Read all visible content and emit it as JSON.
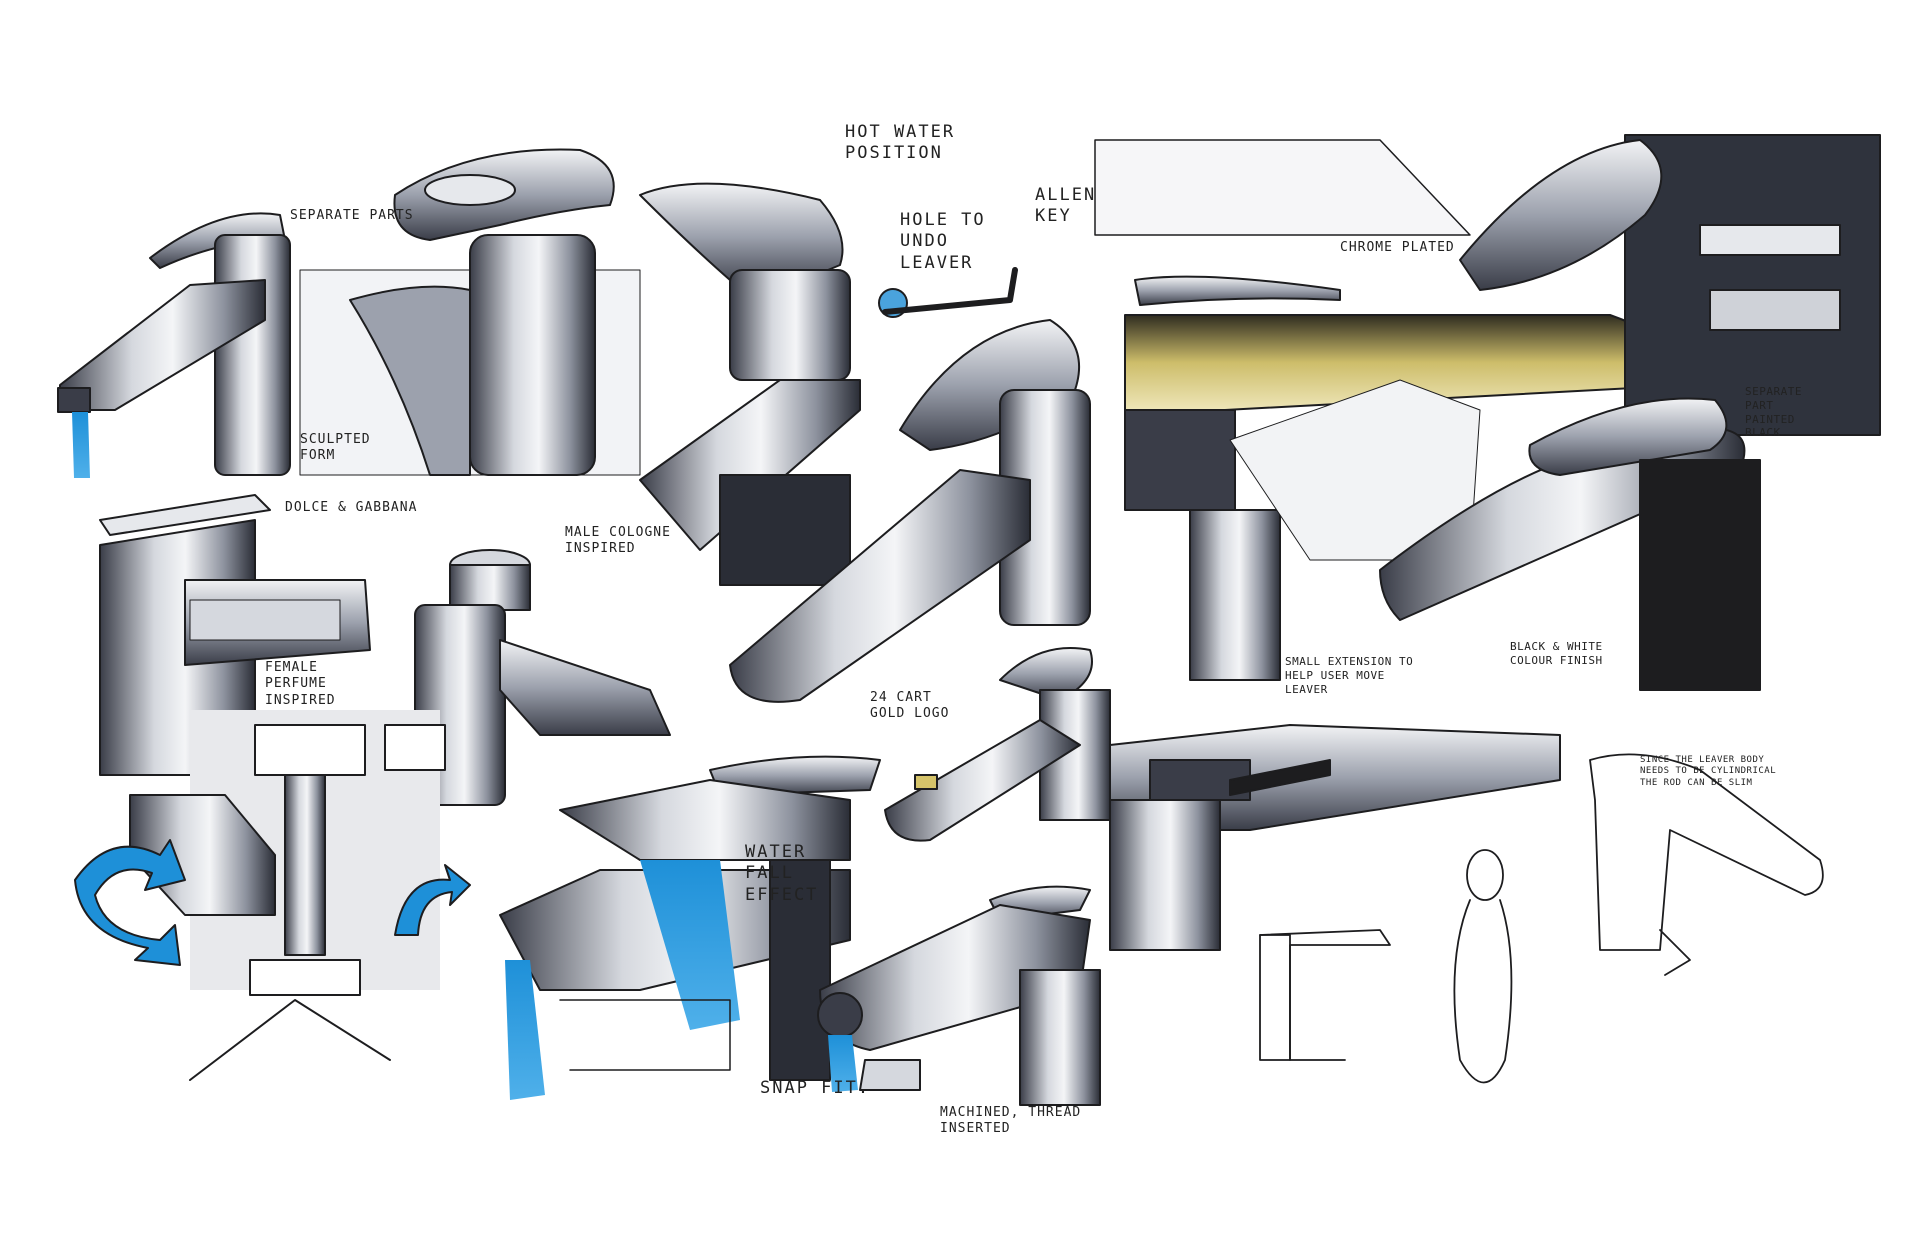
{
  "palette": {
    "ink": "#1d1d1f",
    "chrome_dark": "#3a3d48",
    "chrome_mid": "#8d929e",
    "chrome_light": "#d5d8de",
    "water_blue": "#1e90d8",
    "gold_yellow": "#d6c46a",
    "black_panel": "#2f333d"
  },
  "annotations": {
    "separate_parts": "Separate parts",
    "sculpted_form": "Sculpted form",
    "hot_water": "Hot water position",
    "hole_undo": "Hole to undo leaver",
    "allen_key": "Allen key",
    "chrome_plated": "Chrome plated",
    "separate_painted": "Separate part painted black",
    "dolce": "Dolce & Gabbana",
    "male_cologne": "Male cologne inspired",
    "female_perfume": "Female perfume inspired",
    "small_extension": "Small extension to help user move leaver",
    "black_white": "Black & white colour finish",
    "gold_logo": "24 cart gold logo",
    "waterfall": "Water fall effect",
    "snap_fit": "Snap fit.",
    "machined": "Machined, thread inserted",
    "leaver_note": "Since the leaver body needs to be cylindrical the rod can be slim"
  },
  "icons": {
    "rotation_arrow": "curved-rotation-arrow",
    "water_stream": "water-stream"
  }
}
